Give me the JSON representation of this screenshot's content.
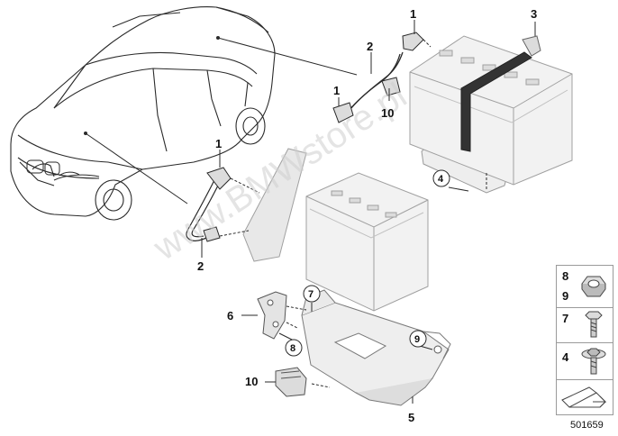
{
  "callouts": {
    "c1_top": "1",
    "c1_mid": "1",
    "c1_left": "1",
    "c2_top": "2",
    "c2_bottom": "2",
    "c3": "3",
    "c4": "4",
    "c5": "5",
    "c6": "6",
    "c7": "7",
    "c8": "8",
    "c9": "9",
    "c10_top": "10",
    "c10_bottom": "10"
  },
  "watermark": "www.BMWstore.pl",
  "legend": {
    "row1_a": "8",
    "row1_b": "9",
    "row2": "7",
    "row3": "4"
  },
  "reference_number": "501659",
  "colors": {
    "line": "#2a2a2a",
    "part_fill": "#eeeeee",
    "part_stroke": "#9a9a9a",
    "battery_fill": "#f2f2f2",
    "strap": "#333333"
  }
}
